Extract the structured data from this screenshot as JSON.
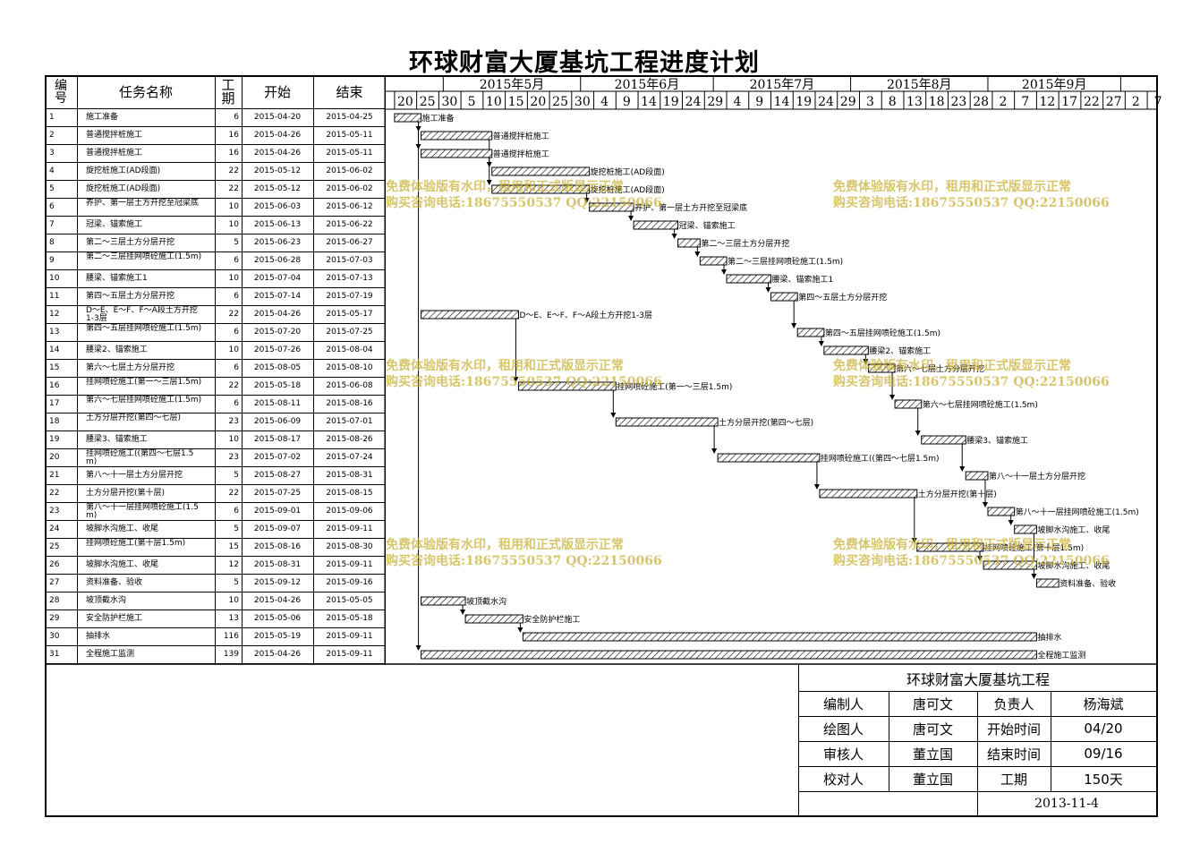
{
  "title": "环球财富大厦基坑工程进度计划",
  "header": {
    "id": "编号",
    "name": "任务名称",
    "duration": "工期",
    "start": "开始",
    "end": "结束"
  },
  "timeline": {
    "months": [
      "2015年5月",
      "2015年6月",
      "2015年7月",
      "2015年8月",
      "2015年9月"
    ],
    "ticks": [
      "20",
      "25",
      "30",
      "5",
      "10",
      "15",
      "20",
      "25",
      "30",
      "4",
      "9",
      "14",
      "19",
      "24",
      "29",
      "4",
      "9",
      "14",
      "19",
      "24",
      "29",
      "3",
      "8",
      "13",
      "18",
      "23",
      "28",
      "2",
      "7",
      "12",
      "17",
      "22",
      "27",
      "2",
      "7"
    ],
    "tick_dates": [
      "2015-04-20",
      "2015-04-25",
      "2015-04-30",
      "2015-05-05",
      "2015-05-10",
      "2015-05-15",
      "2015-05-20",
      "2015-05-25",
      "2015-05-30",
      "2015-06-04",
      "2015-06-09",
      "2015-06-14",
      "2015-06-19",
      "2015-06-24",
      "2015-06-29",
      "2015-07-04",
      "2015-07-09",
      "2015-07-14",
      "2015-07-19",
      "2015-07-24",
      "2015-07-29",
      "2015-08-03",
      "2015-08-08",
      "2015-08-13",
      "2015-08-18",
      "2015-08-23",
      "2015-08-28",
      "2015-09-02",
      "2015-09-07",
      "2015-09-12",
      "2015-09-17",
      "2015-09-22",
      "2015-09-27",
      "2015-10-02",
      "2015-10-07"
    ]
  },
  "tasks": [
    {
      "id": "1",
      "name": "施工准备",
      "duration": "6",
      "start": "2015-04-20",
      "end": "2015-04-25",
      "label": "施工准备"
    },
    {
      "id": "2",
      "name": "普通搅拌桩施工",
      "duration": "16",
      "start": "2015-04-26",
      "end": "2015-05-11",
      "label": "普通搅拌桩施工"
    },
    {
      "id": "3",
      "name": "普通搅拌桩施工",
      "duration": "16",
      "start": "2015-04-26",
      "end": "2015-05-11",
      "label": "普通搅拌桩施工"
    },
    {
      "id": "4",
      "name": "旋挖桩施工(AD段面)",
      "duration": "22",
      "start": "2015-05-12",
      "end": "2015-06-02",
      "label": "旋挖桩施工(AD段面)"
    },
    {
      "id": "5",
      "name": "旋挖桩施工(AD段面)",
      "duration": "22",
      "start": "2015-05-12",
      "end": "2015-06-02",
      "label": "旋挖桩施工(AD段面)"
    },
    {
      "id": "6",
      "name": "养护、第一层土方开挖至冠梁底",
      "duration": "10",
      "start": "2015-06-03",
      "end": "2015-06-12",
      "label": "养护、第一层土方开挖至冠梁底"
    },
    {
      "id": "7",
      "name": "冠梁、锚索施工",
      "duration": "10",
      "start": "2015-06-13",
      "end": "2015-06-22",
      "label": "冠梁、锚索施工"
    },
    {
      "id": "8",
      "name": "第二～三层土方分层开挖",
      "duration": "5",
      "start": "2015-06-23",
      "end": "2015-06-27",
      "label": "第二～三层土方分层开挖"
    },
    {
      "id": "9",
      "name": "第二～三层挂网喷砼施工(1.5m)",
      "duration": "6",
      "start": "2015-06-28",
      "end": "2015-07-03",
      "label": "第二～三层挂网喷砼施工(1.5m)"
    },
    {
      "id": "10",
      "name": "腰梁、锚索施工1",
      "duration": "10",
      "start": "2015-07-04",
      "end": "2015-07-13",
      "label": "腰梁、锚索施工1"
    },
    {
      "id": "11",
      "name": "第四～五层土方分层开挖",
      "duration": "6",
      "start": "2015-07-14",
      "end": "2015-07-19",
      "label": "第四～五层土方分层开挖"
    },
    {
      "id": "12",
      "name": "D～E、E～F、F～A段土方开挖1-3层",
      "duration": "22",
      "start": "2015-04-26",
      "end": "2015-05-17",
      "label": "D～E、E～F、F～A段土方开挖1-3层"
    },
    {
      "id": "13",
      "name": "第四～五层挂网喷砼施工(1.5m)",
      "duration": "6",
      "start": "2015-07-20",
      "end": "2015-07-25",
      "label": "第四～五层挂网喷砼施工(1.5m)"
    },
    {
      "id": "14",
      "name": "腰梁2、锚索施工",
      "duration": "10",
      "start": "2015-07-26",
      "end": "2015-08-04",
      "label": "腰梁2、锚索施工"
    },
    {
      "id": "15",
      "name": "第六～七层土方分层开挖",
      "duration": "6",
      "start": "2015-08-05",
      "end": "2015-08-10",
      "label": "第六～七层土方分层开挖"
    },
    {
      "id": "16",
      "name": "挂网喷砼施工(第一～三层1.5m)",
      "duration": "22",
      "start": "2015-05-18",
      "end": "2015-06-08",
      "label": "挂网喷砼施工(第一～三层1.5m)"
    },
    {
      "id": "17",
      "name": "第六～七层挂网喷砼施工(1.5m)",
      "duration": "6",
      "start": "2015-08-11",
      "end": "2015-08-16",
      "label": "第六～七层挂网喷砼施工(1.5m)"
    },
    {
      "id": "18",
      "name": "土方分层开挖(第四～七层)",
      "duration": "23",
      "start": "2015-06-09",
      "end": "2015-07-01",
      "label": "土方分层开挖(第四～七层)"
    },
    {
      "id": "19",
      "name": "腰梁3、锚索施工",
      "duration": "10",
      "start": "2015-08-17",
      "end": "2015-08-26",
      "label": "腰梁3、锚索施工"
    },
    {
      "id": "20",
      "name": "挂网喷砼施工((第四～七层1.5m)",
      "duration": "23",
      "start": "2015-07-02",
      "end": "2015-07-24",
      "label": "挂网喷砼施工((第四～七层1.5m)"
    },
    {
      "id": "21",
      "name": "第八～十一层土方分层开挖",
      "duration": "5",
      "start": "2015-08-27",
      "end": "2015-08-31",
      "label": "第八～十一层土方分层开挖"
    },
    {
      "id": "22",
      "name": "土方分层开挖(第十层)",
      "duration": "22",
      "start": "2015-07-25",
      "end": "2015-08-15",
      "label": "土方分层开挖(第十层)"
    },
    {
      "id": "23",
      "name": "第八～十一层挂网喷砼施工(1.5m)",
      "duration": "6",
      "start": "2015-09-01",
      "end": "2015-09-06",
      "label": "第八～十一层挂网喷砼施工(1.5m)"
    },
    {
      "id": "24",
      "name": "坡脚水沟施工、收尾",
      "duration": "5",
      "start": "2015-09-07",
      "end": "2015-09-11",
      "label": "坡脚水沟施工、收尾"
    },
    {
      "id": "25",
      "name": "挂网喷砼施工(第十层1.5m)",
      "duration": "15",
      "start": "2015-08-16",
      "end": "2015-08-30",
      "label": "挂网喷砼施工(第十层1.5m)"
    },
    {
      "id": "26",
      "name": "坡脚水沟施工、收尾",
      "duration": "12",
      "start": "2015-08-31",
      "end": "2015-09-11",
      "label": "坡脚水沟施工、收尾"
    },
    {
      "id": "27",
      "name": "资料准备、验收",
      "duration": "5",
      "start": "2015-09-12",
      "end": "2015-09-16",
      "label": "资料准备、验收"
    },
    {
      "id": "28",
      "name": "坡顶截水沟",
      "duration": "10",
      "start": "2015-04-26",
      "end": "2015-05-05",
      "label": "坡顶截水沟"
    },
    {
      "id": "29",
      "name": "安全防护栏施工",
      "duration": "13",
      "start": "2015-05-06",
      "end": "2015-05-18",
      "label": "安全防护栏施工"
    },
    {
      "id": "30",
      "name": "抽排水",
      "duration": "116",
      "start": "2015-05-19",
      "end": "2015-09-11",
      "label": "抽排水"
    },
    {
      "id": "31",
      "name": "全程施工监测",
      "duration": "139",
      "start": "2015-04-26",
      "end": "2015-09-11",
      "label": "全程施工监测"
    }
  ],
  "links": [
    [
      1,
      2
    ],
    [
      1,
      3
    ],
    [
      2,
      4
    ],
    [
      3,
      5
    ],
    [
      5,
      6
    ],
    [
      6,
      7
    ],
    [
      7,
      8
    ],
    [
      8,
      9
    ],
    [
      9,
      10
    ],
    [
      10,
      11
    ],
    [
      11,
      13
    ],
    [
      13,
      14
    ],
    [
      14,
      15
    ],
    [
      15,
      17
    ],
    [
      17,
      19
    ],
    [
      19,
      21
    ],
    [
      21,
      23
    ],
    [
      23,
      24
    ],
    [
      24,
      27
    ],
    [
      12,
      16
    ],
    [
      16,
      18
    ],
    [
      18,
      20
    ],
    [
      20,
      22
    ],
    [
      22,
      25
    ],
    [
      25,
      26
    ],
    [
      28,
      29
    ],
    [
      29,
      30
    ],
    [
      1,
      31
    ]
  ],
  "watermark": {
    "line1": "免费体验版有水印，租用和正式版显示正常",
    "line2": "购买咨询电话:18675550537 QQ:22150066"
  },
  "info": {
    "project": "环球财富大厦基坑工程",
    "rows": [
      {
        "k1": "编制人",
        "v1": "唐可文",
        "k2": "负责人",
        "v2": "杨海斌"
      },
      {
        "k1": "绘图人",
        "v1": "唐可文",
        "k2": "开始时间",
        "v2": "04/20"
      },
      {
        "k1": "审核人",
        "v1": "董立国",
        "k2": "结束时间",
        "v2": "09/16"
      },
      {
        "k1": "校对人",
        "v1": "董立国",
        "k2": "工期",
        "v2": "150天"
      }
    ],
    "date": "2013-11-4"
  },
  "chart_data": {
    "type": "gantt",
    "title": "环球财富大厦基坑工程进度计划",
    "x_axis": "date",
    "xlim": [
      "2015-04-18",
      "2015-10-09"
    ],
    "colors": {
      "bar_fill": "#ffffff",
      "bar_hatch": "#000000",
      "watermark": "#c8af32"
    }
  }
}
